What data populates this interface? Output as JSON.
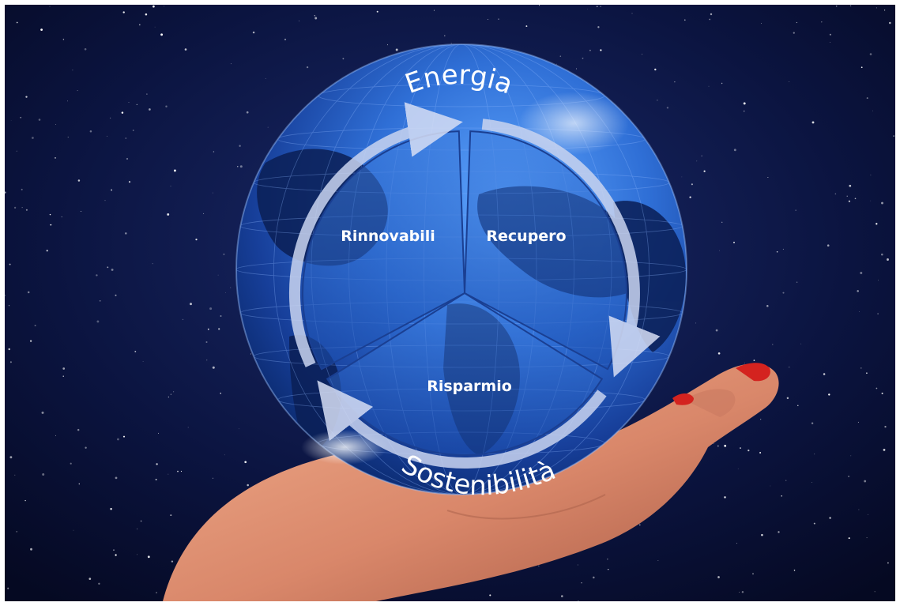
{
  "diagram": {
    "title_arc": "Energia",
    "bottom_arc": "Sostenibilità",
    "segments": [
      {
        "label": "Rinnovabili"
      },
      {
        "label": "Recupero"
      },
      {
        "label": "Risparmio"
      }
    ],
    "colors": {
      "sky": "#070d2a",
      "globe_blue": "#2f6fd6",
      "ocean_dark": "#0b2a6e",
      "ring": "#c9d4f0",
      "skin": "#e79a7a",
      "nail": "#d4231f",
      "text": "#ffffff"
    }
  }
}
